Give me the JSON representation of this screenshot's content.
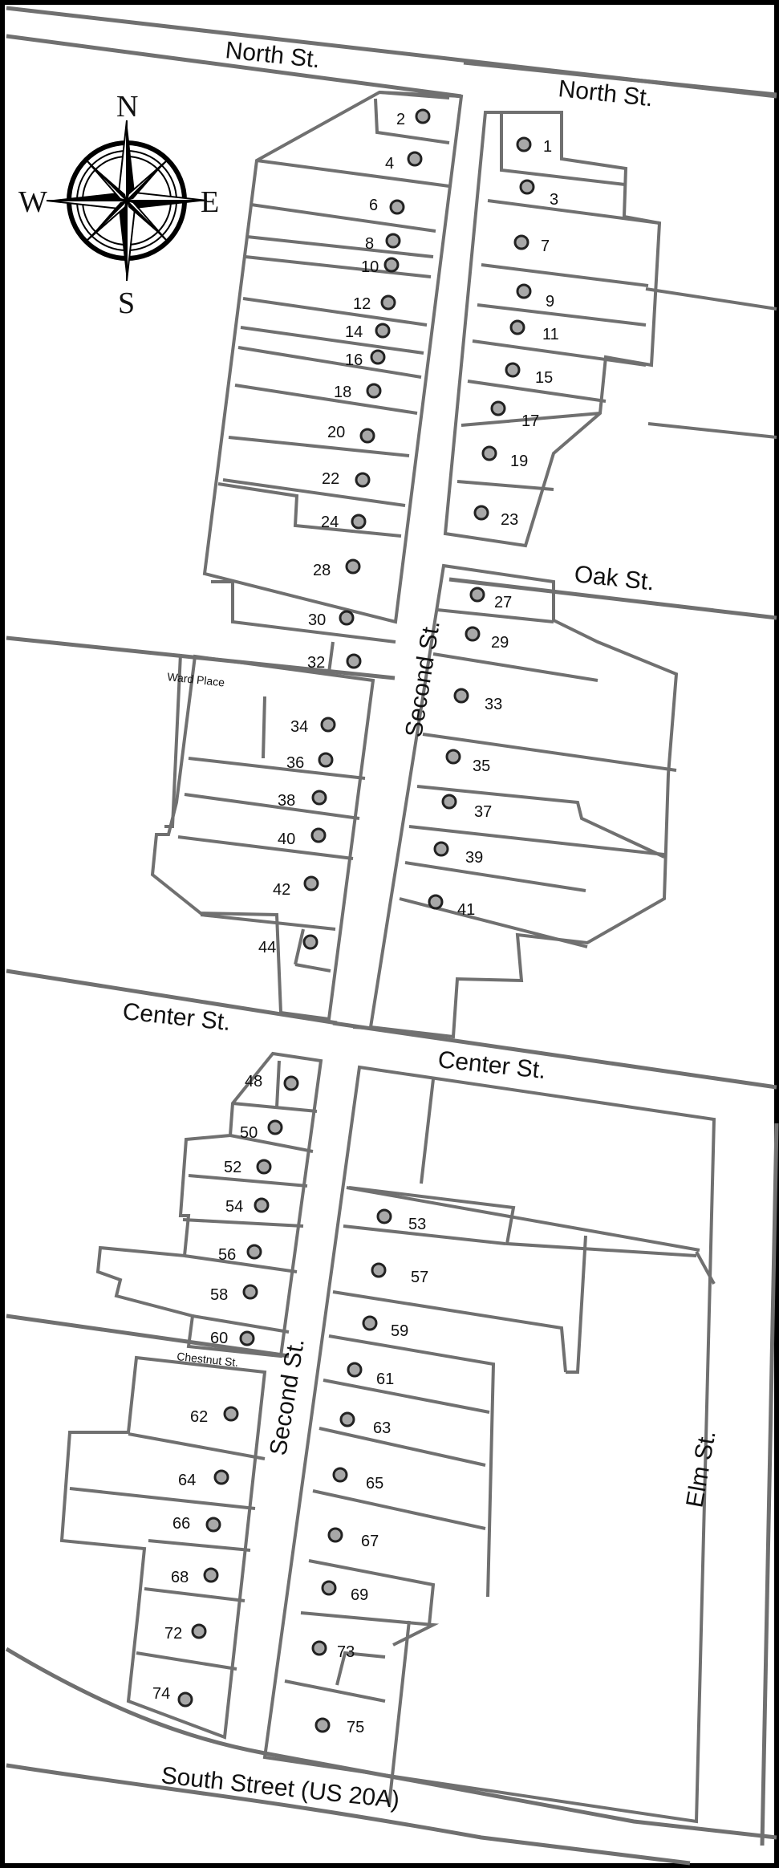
{
  "streets": {
    "north_left": "North St.",
    "north_right": "North St.",
    "oak": "Oak St.",
    "ward": "Ward Place",
    "second_upper": "Second St.",
    "center_left": "Center St.",
    "center_right": "Center St.",
    "chestnut": "Chestnut St.",
    "second_lower": "Second St.",
    "elm": "Elm St.",
    "south": "South Street (US 20A)"
  },
  "compass": {
    "n": "N",
    "s": "S",
    "e": "E",
    "w": "W"
  },
  "properties": [
    "1",
    "2",
    "3",
    "4",
    "6",
    "7",
    "8",
    "9",
    "10",
    "11",
    "12",
    "14",
    "15",
    "16",
    "17",
    "18",
    "19",
    "20",
    "22",
    "23",
    "24",
    "27",
    "28",
    "29",
    "30",
    "32",
    "33",
    "34",
    "35",
    "36",
    "37",
    "38",
    "39",
    "40",
    "41",
    "42",
    "44",
    "48",
    "50",
    "52",
    "53",
    "54",
    "56",
    "57",
    "58",
    "59",
    "60",
    "61",
    "62",
    "63",
    "64",
    "65",
    "66",
    "67",
    "68",
    "69",
    "72",
    "73",
    "74",
    "75"
  ],
  "colors": {
    "lines": "#707070",
    "marker_fill": "#a8a8a8",
    "marker_stroke": "#222222",
    "border": "#000000"
  }
}
